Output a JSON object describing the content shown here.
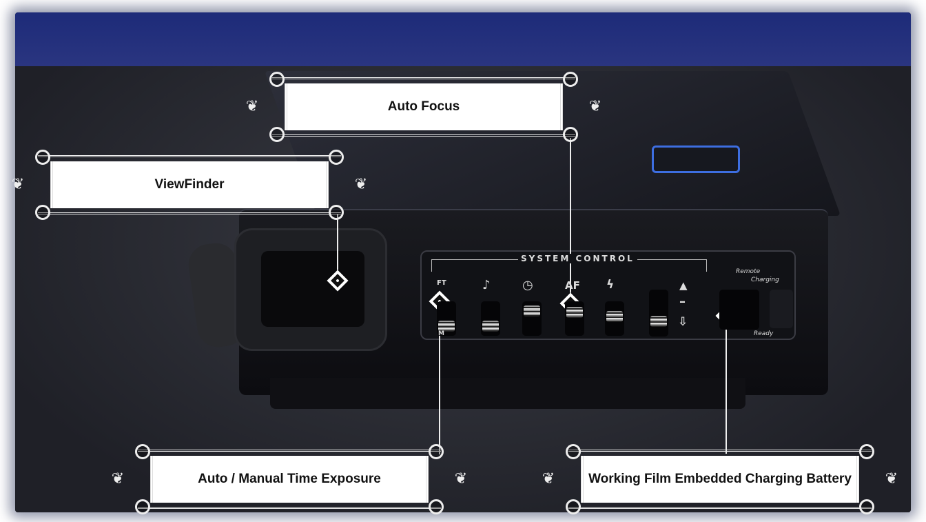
{
  "labels": {
    "auto_focus": "Auto Focus",
    "viewfinder": "ViewFinder",
    "exposure": "Auto / Manual Time Exposure",
    "battery": "Working Film Embedded Charging Battery"
  },
  "panel": {
    "title": "SYSTEM CONTROL",
    "ft": "FT",
    "m": "M",
    "af": "AF",
    "note_icon": "♪",
    "timer_icon": "◷",
    "flash_icon": "ϟ",
    "up_icon": "▲",
    "dash": "–",
    "down_icon": "⇩",
    "remote": "Remote",
    "charging": "Charging",
    "ready": "Ready"
  }
}
